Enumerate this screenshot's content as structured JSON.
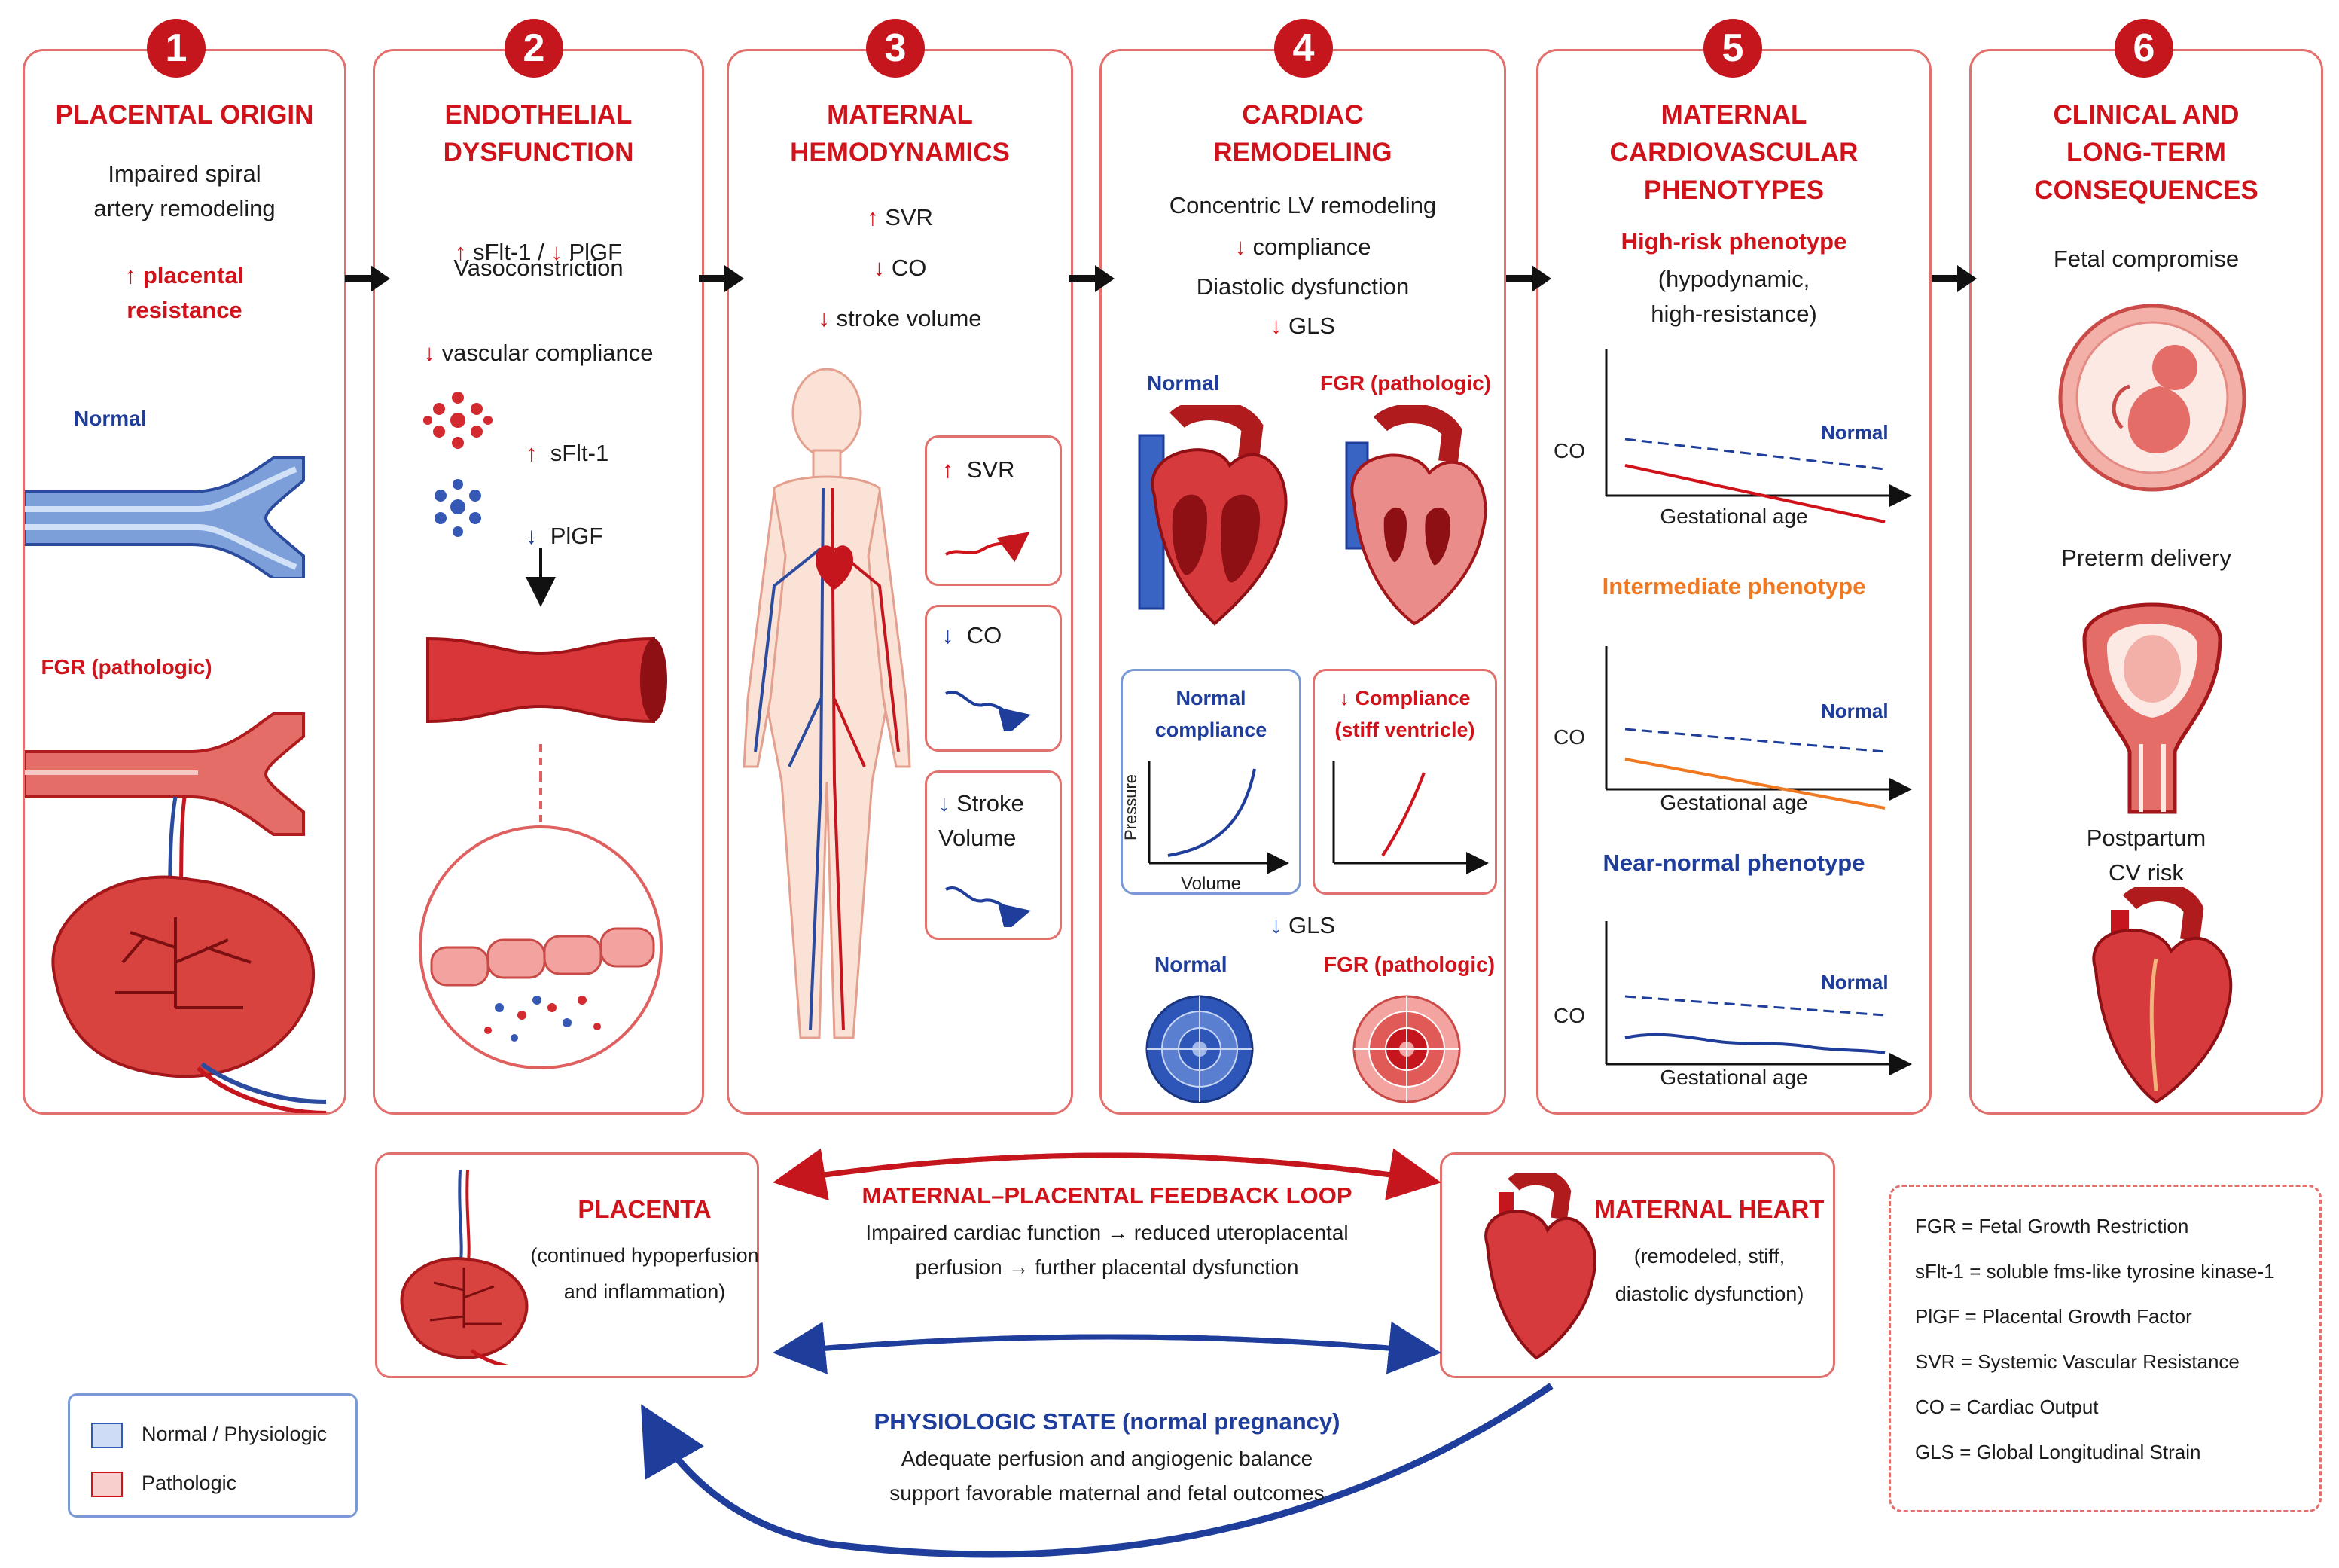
{
  "colors": {
    "red": "#d0131b",
    "blue": "#1f3d9a",
    "orange": "#f07820",
    "panel_border": "#e2706c"
  },
  "panel1": {
    "num": "1",
    "title": "PLACENTAL ORIGIN",
    "line1": "Impaired spiral\nartery remodeling",
    "line2": "↑ placental\nresistance",
    "normal": "Normal",
    "fgr": "FGR (pathologic)"
  },
  "panel2": {
    "num": "2",
    "title": "ENDOTHELIAL\nDYSFUNCTION",
    "l1a": "↑",
    "l1b": "sFlt-1  /",
    "l1c": "↓",
    "l1d": "PlGF",
    "l2": "Vasoconstriction",
    "l3a": "↓",
    "l3b": "vascular compliance",
    "sflt": "sFlt-1",
    "plgf": "PlGF",
    "up": "↑",
    "down": "↓"
  },
  "panel3": {
    "num": "3",
    "title": "MATERNAL\nHEMODYNAMICS",
    "l1a": "↑",
    "l1b": "SVR",
    "l2a": "↓",
    "l2b": "CO",
    "l3a": "↓",
    "l3b": "stroke volume",
    "box1_arrow": "↑",
    "box1": "SVR",
    "box2_arrow": "↓",
    "box2": "CO",
    "box3_arrow": "↓",
    "box3": "Stroke\nVolume"
  },
  "panel4": {
    "num": "4",
    "title": "CARDIAC\nREMODELING",
    "l1": "Concentric LV remodeling",
    "l2a": "↓",
    "l2b": "compliance",
    "l3": "Diastolic dysfunction",
    "l4a": "↓",
    "l4b": "GLS",
    "normal": "Normal",
    "fgr": "FGR (pathologic)",
    "nc": "Normal\ncompliance",
    "sc_arrow": "↓",
    "sc": "Compliance\n(stiff ventricle)",
    "pressure": "Pressure",
    "volume": "Volume",
    "gls_a": "↓",
    "gls_b": "GLS",
    "normal2": "Normal",
    "fgr2": "FGR (pathologic)"
  },
  "panel5": {
    "num": "5",
    "title": "MATERNAL\nCARDIOVASCULAR\nPHENOTYPES",
    "hr": "High-risk phenotype",
    "hr_sub": "(hypodynamic,\nhigh-resistance)",
    "im": "Intermediate phenotype",
    "nn": "Near-normal phenotype",
    "co": "CO",
    "ga": "Gestational age",
    "normal": "Normal"
  },
  "panel6": {
    "num": "6",
    "title": "CLINICAL AND\nLONG-TERM\nCONSEQUENCES",
    "c1": "Fetal compromise",
    "c2": "Preterm delivery",
    "c3": "Postpartum\nCV risk"
  },
  "loop": {
    "placenta_title": "PLACENTA",
    "placenta_sub": "(continued hypoperfusion\nand inflammation)",
    "heart_title": "MATERNAL HEART",
    "heart_sub": "(remodeled, stiff,\ndiastolic dysfunction)",
    "feedback_title": "MATERNAL–PLACENTAL FEEDBACK LOOP",
    "feedback_text": "Impaired cardiac function → reduced uteroplacental\nperfusion → further placental dysfunction",
    "phys_title": "PHYSIOLOGIC STATE (normal pregnancy)",
    "phys_text": "Adequate perfusion and angiogenic balance\nsupport favorable maternal and fetal outcomes"
  },
  "legend": {
    "normal": "Normal / Physiologic",
    "pathologic": "Pathologic"
  },
  "abbrev": [
    {
      "k": "FGR",
      "v": "Fetal Growth Restriction"
    },
    {
      "k": "sFlt-1",
      "v": "soluble fms-like tyrosine kinase-1"
    },
    {
      "k": "PlGF",
      "v": "Placental Growth Factor"
    },
    {
      "k": "SVR",
      "v": "Systemic Vascular Resistance"
    },
    {
      "k": "CO",
      "v": "Cardiac Output"
    },
    {
      "k": "GLS",
      "v": "Global Longitudinal Strain"
    }
  ]
}
